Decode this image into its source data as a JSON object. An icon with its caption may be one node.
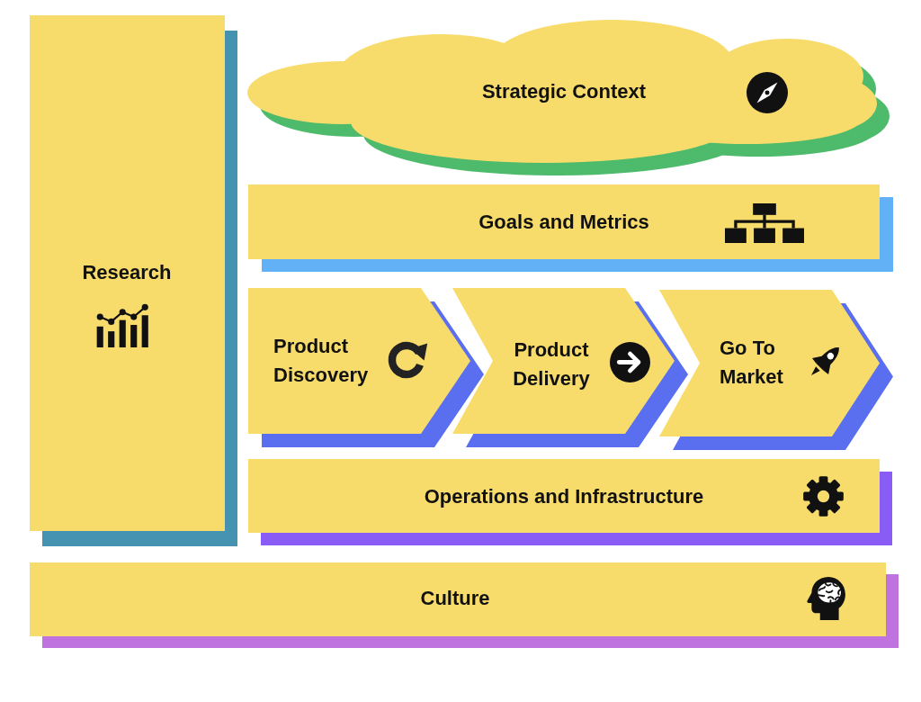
{
  "diagram": {
    "nodes": [
      {
        "text": [
          "Research"
        ]
      },
      {
        "text": [
          "Strategic Context"
        ]
      },
      {
        "text": [
          "Goals and Metrics"
        ]
      },
      {
        "text": [
          "Product Discovery"
        ]
      },
      {
        "text": [
          "Product Delivery"
        ]
      },
      {
        "text": [
          "Go To Market"
        ]
      },
      {
        "text": [
          "Operations and Infrastructure"
        ]
      },
      {
        "text": [
          "Culture"
        ]
      }
    ]
  }
}
